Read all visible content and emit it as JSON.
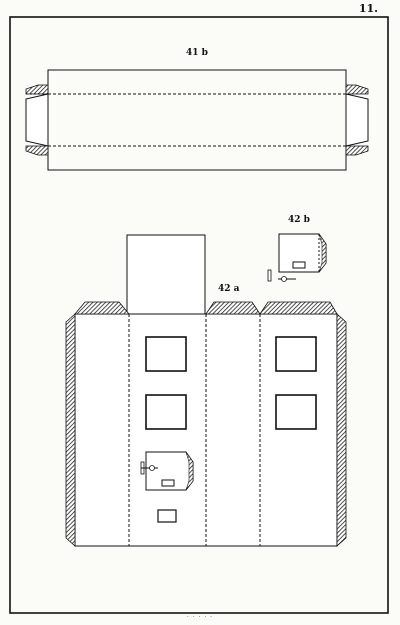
{
  "page_number": "11.",
  "labels": {
    "part_41b": "41 b",
    "part_42a": "42 a",
    "part_42b": "42 b"
  },
  "colors": {
    "ink": "#111111",
    "paper": "#fbfbf8"
  }
}
